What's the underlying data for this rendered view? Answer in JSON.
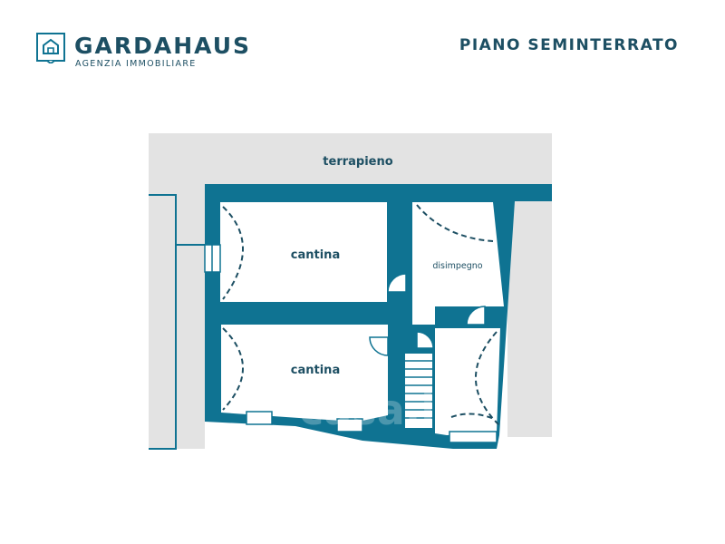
{
  "header": {
    "brand_name": "GARDAHAUS",
    "brand_subtitle": "AGENZIA IMMOBILIARE",
    "page_title": "PIANO SEMINTERRATO"
  },
  "plan": {
    "labels": {
      "terrapieno": "terrapieno",
      "cantina_upper": "cantina",
      "cantina_lower": "cantina",
      "disimpegno": "disimpegno"
    },
    "watermark": "casa.it"
  },
  "colors": {
    "wall": "#0f7392",
    "text": "#1d4f63",
    "terrain": "#e3e3e3",
    "background": "#ffffff"
  }
}
